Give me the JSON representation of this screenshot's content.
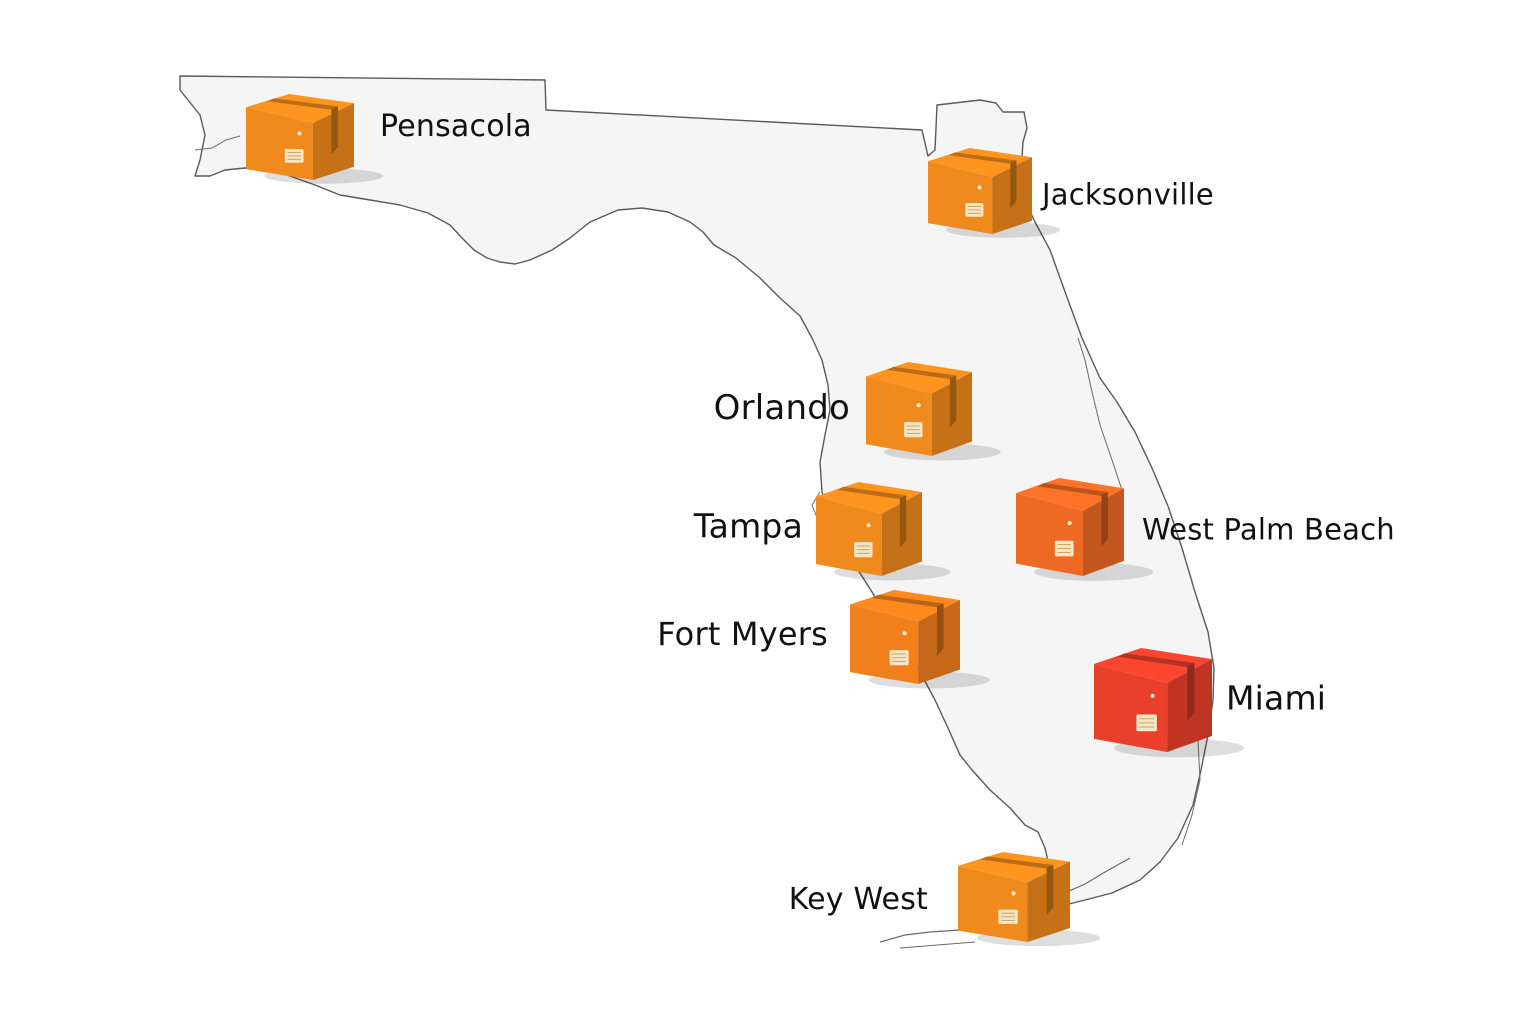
{
  "map": {
    "land_color": "#f5f5f5",
    "outline_color": "#5a5a5a",
    "background_color": "#ffffff"
  },
  "markers": [
    {
      "id": "pensacola",
      "label": "Pensacola",
      "box_color": "#f18a1c",
      "icon": "package-box-icon"
    },
    {
      "id": "jacksonville",
      "label": "Jacksonville",
      "box_color": "#f18a1c",
      "icon": "package-box-icon"
    },
    {
      "id": "orlando",
      "label": "Orlando",
      "box_color": "#f18a1c",
      "icon": "package-box-icon"
    },
    {
      "id": "tampa",
      "label": "Tampa",
      "box_color": "#f18a1c",
      "icon": "package-box-icon"
    },
    {
      "id": "west-palm-beach",
      "label": "West Palm Beach",
      "box_color": "#ee6a24",
      "icon": "package-box-icon"
    },
    {
      "id": "fort-myers",
      "label": "Fort Myers",
      "box_color": "#f07f1c",
      "icon": "package-box-icon"
    },
    {
      "id": "miami",
      "label": "Miami",
      "box_color": "#e9402b",
      "icon": "package-box-icon"
    },
    {
      "id": "key-west",
      "label": "Key West",
      "box_color": "#f18a1c",
      "icon": "package-box-icon"
    }
  ]
}
